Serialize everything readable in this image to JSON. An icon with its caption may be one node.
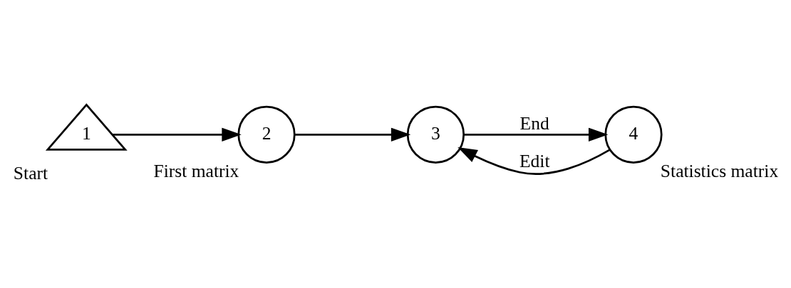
{
  "diagram": {
    "nodes": [
      {
        "text": [
          "1"
        ],
        "beside": [
          "Start"
        ]
      },
      {
        "text": [
          "2"
        ],
        "beside": [
          "First matrix"
        ]
      },
      {
        "text": [
          "3"
        ]
      },
      {
        "text": [
          "4"
        ],
        "beside": [
          "Statistics matrix"
        ]
      }
    ],
    "edges": [
      {
        "from": 0,
        "to": 1,
        "arrow": "to"
      },
      {
        "from": 1,
        "to": 2,
        "arrow": "to"
      },
      {
        "from": 2,
        "to": 3,
        "arrow": "to",
        "label": "End"
      },
      {
        "from": 3,
        "to": 2,
        "arrow": "to",
        "label": "Edit"
      }
    ]
  }
}
